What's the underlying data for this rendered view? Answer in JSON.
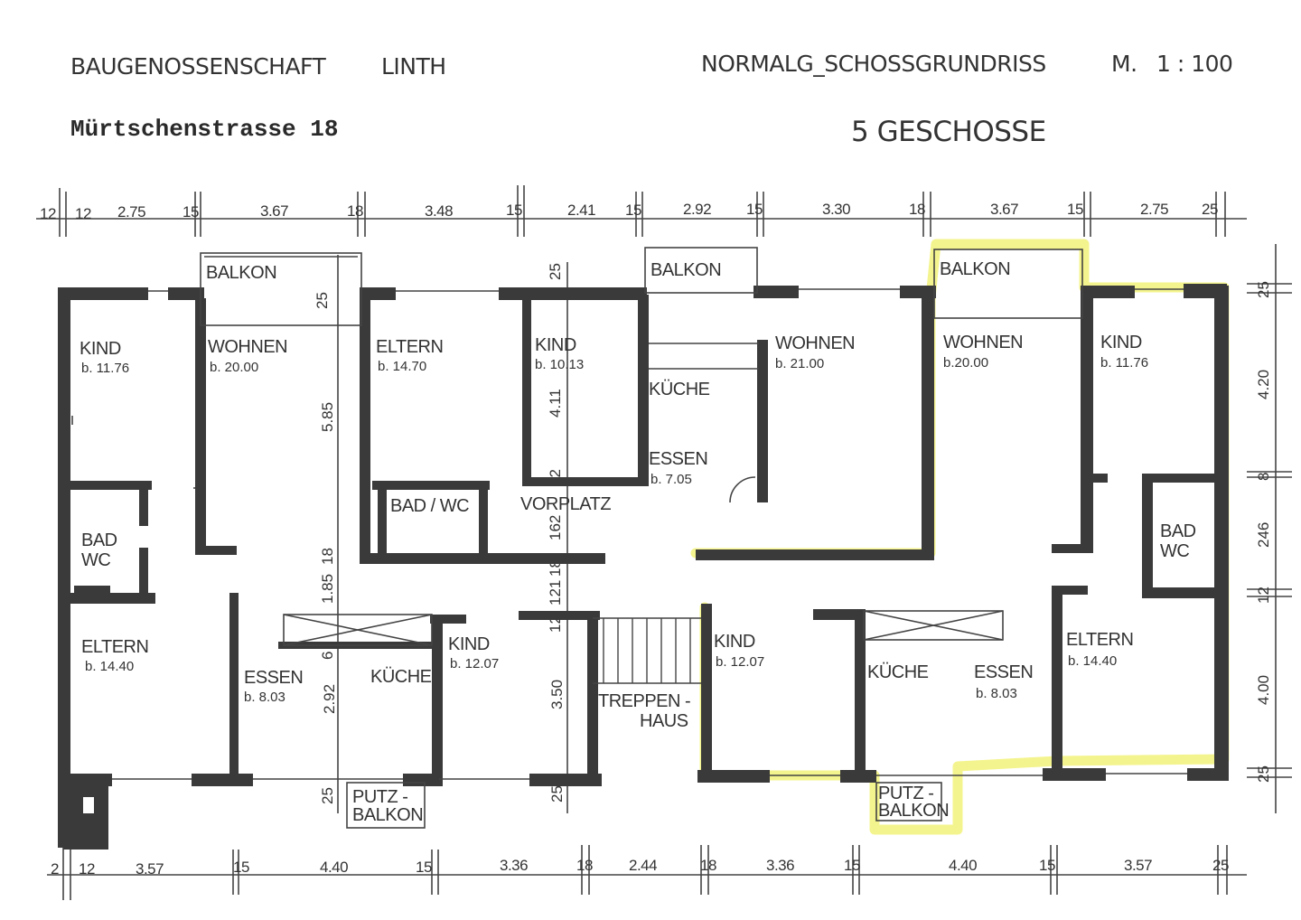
{
  "header": {
    "client": "BAUGENOSSENSCHAFT",
    "client_place": "LINTH",
    "title": "NORMALG_SCHOSSGRUNDRISS",
    "scale_label": "M.",
    "scale_value": "1 : 100",
    "address": "Mürtschenstrasse 18",
    "floors": "5 GESCHOSSE"
  },
  "top_dims": [
    "12",
    "12",
    "2.75",
    "15",
    "3.67",
    "18",
    "3.48",
    "15",
    "2.41",
    "15",
    "2.92",
    "15",
    "3.30",
    "18",
    "3.67",
    "15",
    "2.75",
    "25"
  ],
  "bottom_dims": [
    "2",
    "12",
    "3.57",
    "15",
    "4.40",
    "15",
    "3.36",
    "18",
    "2.44",
    "18",
    "3.36",
    "15",
    "4.40",
    "15",
    "3.57",
    "25"
  ],
  "inner_dims": [
    "25",
    "5.85",
    "18",
    "1.85",
    "6",
    "2.92",
    "25",
    "25",
    "4.11",
    "12",
    "162",
    "18",
    "121",
    "12",
    "3.50",
    "25"
  ],
  "right_dims": [
    "25",
    "4.20",
    "8",
    "246",
    "12",
    "4.00",
    "25"
  ],
  "rooms": [
    {
      "name": "BALKON"
    },
    {
      "name": "KIND",
      "area": "b. 11.76"
    },
    {
      "name": "WOHNEN",
      "area": "b. 20.00"
    },
    {
      "name": "ELTERN",
      "area": "b. 14.70"
    },
    {
      "name": "KIND",
      "area": "b. 10.13"
    },
    {
      "name": "BALKON"
    },
    {
      "name": "KÜCHE"
    },
    {
      "name": "ESSEN",
      "area": "b. 7.05"
    },
    {
      "name": "WOHNEN",
      "area": "b. 21.00"
    },
    {
      "name": "BALKON"
    },
    {
      "name": "WOHNEN",
      "area": "b.20.00"
    },
    {
      "name": "KIND",
      "area": "b. 11.76"
    },
    {
      "name": "BAD",
      "name2": "WC"
    },
    {
      "name": "BAD / WC"
    },
    {
      "name": "VORPLATZ"
    },
    {
      "name": "BAD",
      "name2": "WC"
    },
    {
      "name": "ELTERN",
      "area": "b. 14.40"
    },
    {
      "name": "ESSEN",
      "area": "b. 8.03"
    },
    {
      "name": "KÜCHE"
    },
    {
      "name": "KIND",
      "area": "b. 12.07"
    },
    {
      "name": "TREPPEN -",
      "name2": "HAUS"
    },
    {
      "name": "KIND",
      "area": "b. 12.07"
    },
    {
      "name": "KÜCHE"
    },
    {
      "name": "ESSEN",
      "area": "b. 8.03"
    },
    {
      "name": "ELTERN",
      "area": "b. 14.40"
    },
    {
      "name": "PUTZ -",
      "name2": "BALKON"
    },
    {
      "name": "PUTZ -",
      "name2": "BALKON"
    }
  ],
  "colors": {
    "wall": "#3a3a3a",
    "highlight": "#f2f27a",
    "line": "#444444"
  }
}
